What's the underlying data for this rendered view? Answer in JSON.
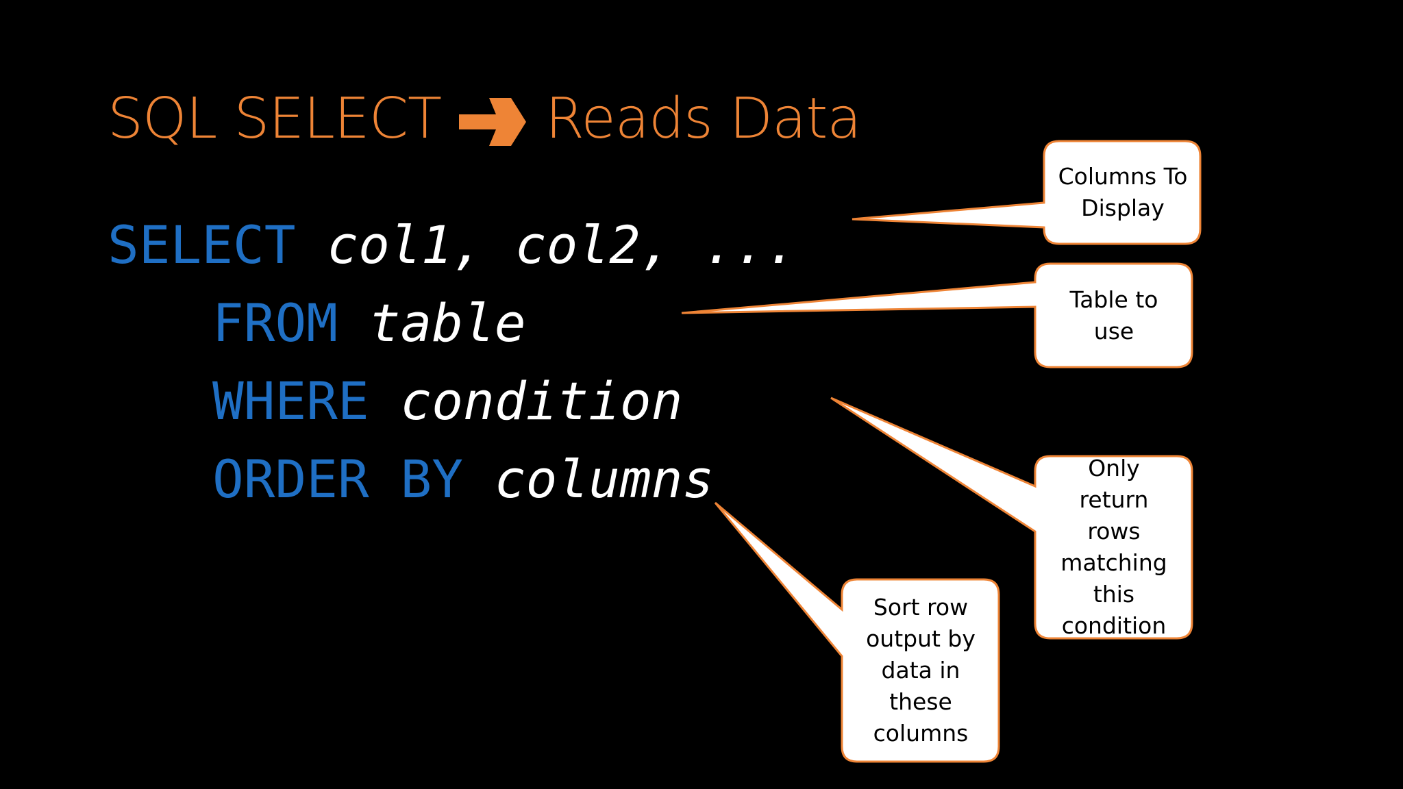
{
  "title": {
    "left_text": "SQL SELECT",
    "right_text": "Reads Data",
    "arrow_icon": "right-arrow-icon",
    "color": "#EE8436"
  },
  "code": {
    "keyword_color": "#1F6FC4",
    "argument_color": "#FFFFFF",
    "lines": [
      {
        "keyword": "SELECT",
        "argument": "col1, col2, ..."
      },
      {
        "keyword": "FROM",
        "argument": "table"
      },
      {
        "keyword": "WHERE",
        "argument": "condition"
      },
      {
        "keyword": "ORDER BY",
        "argument": "columns"
      }
    ]
  },
  "callouts": {
    "border_color": "#EE8436",
    "fill_color": "#FFFFFF",
    "columns": "Columns To\nDisplay",
    "table": "Table to\nuse",
    "where": "Only\nreturn\nrows\nmatching\nthis\ncondition",
    "order": "Sort row\noutput by\ndata in\nthese\ncolumns"
  }
}
